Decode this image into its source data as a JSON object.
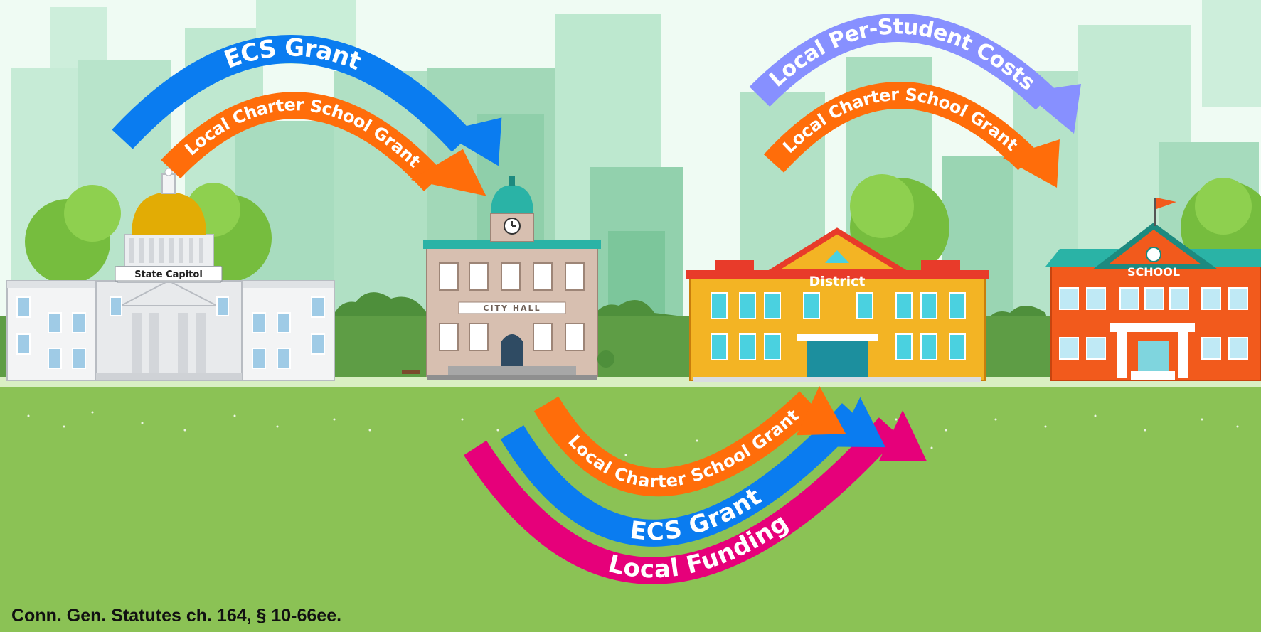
{
  "diagram": {
    "buildings": {
      "capitol": "State Capitol",
      "city_hall": "CITY HALL",
      "district": "District",
      "school": "SCHOOL"
    },
    "arrows": {
      "state_to_cityhall_ecs": "ECS Grant",
      "state_to_cityhall_charter": "Local Charter School Grant",
      "district_to_school_costs": "Local Per-Student Costs",
      "district_to_school_charter": "Local Charter School Grant",
      "cityhall_to_district_charter": "Local Charter School Grant",
      "cityhall_to_district_ecs": "ECS Grant",
      "cityhall_to_district_local": "Local Funding"
    },
    "citation": "Conn. Gen. Statutes ch. 164, § 10-66ee."
  },
  "colors": {
    "ecs_blue": "#0a7cf0",
    "charter_orange": "#ff6d0a",
    "per_student_purple": "#8790ff",
    "local_funding_pink": "#e6007a",
    "grass": "#8bc255"
  }
}
